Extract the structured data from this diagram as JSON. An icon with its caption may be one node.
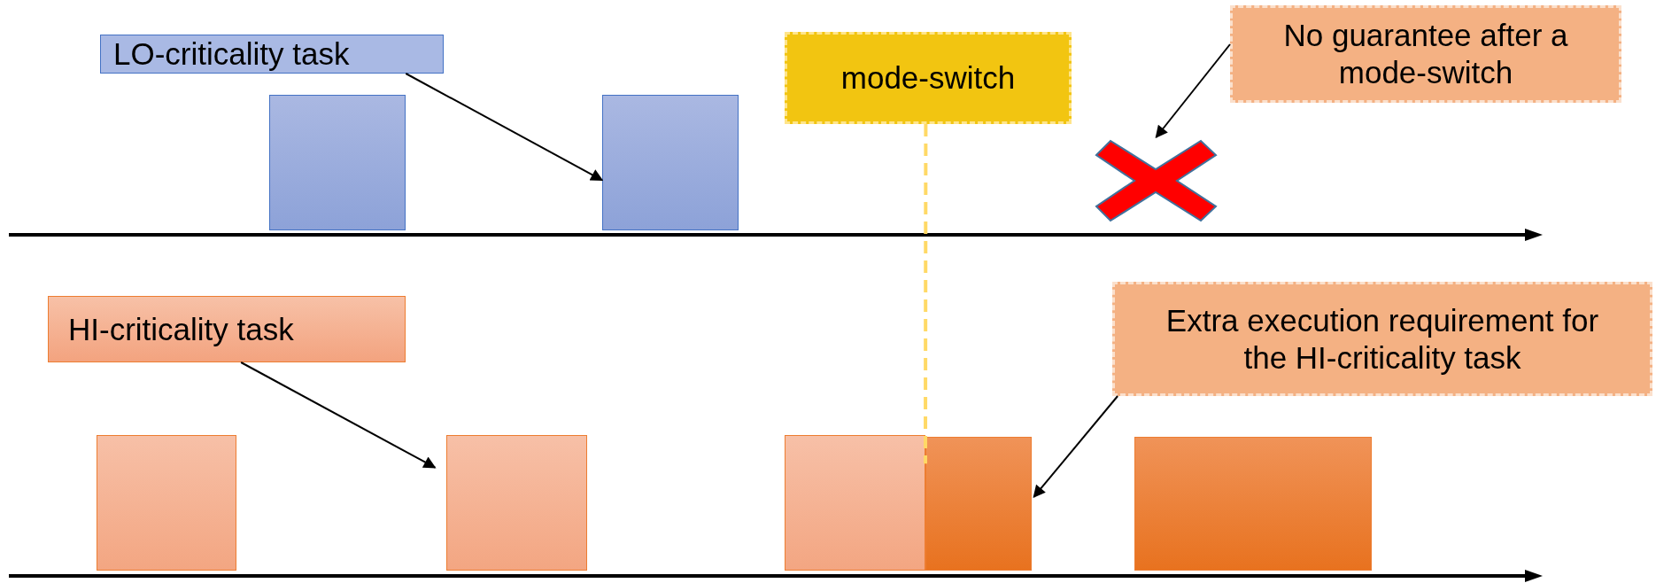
{
  "diagram": {
    "nodes": [
      {
        "text": [
          "LO-criticality task"
        ]
      },
      {
        "text": [],
        "shape": "box"
      },
      {
        "text": [],
        "shape": "box"
      },
      {
        "text": [
          "mode-switch"
        ]
      },
      {
        "text": [
          "No guarantee after a mode-switch"
        ]
      },
      {
        "text": [],
        "shape": "cross"
      },
      {
        "text": [
          "HI-criticality task"
        ]
      },
      {
        "text": [],
        "shape": "box"
      },
      {
        "text": [],
        "shape": "box"
      },
      {
        "text": [],
        "shape": "box"
      },
      {
        "text": [],
        "shape": "box"
      },
      {
        "text": [],
        "shape": "box"
      },
      {
        "text": [
          "Extra execution requirement for the HI-criticality task"
        ]
      }
    ],
    "edges": [
      {
        "from": 0,
        "to": 2,
        "arrow": "to"
      },
      {
        "from": 4,
        "to": 5,
        "arrow": "to"
      },
      {
        "from": 6,
        "to": 8,
        "arrow": "to"
      },
      {
        "from": 12,
        "to": 10,
        "arrow": "to"
      },
      {
        "from": 3,
        "to": 10,
        "arrow": "none",
        "style": "dashed",
        "color": "#ffd966"
      }
    ]
  }
}
